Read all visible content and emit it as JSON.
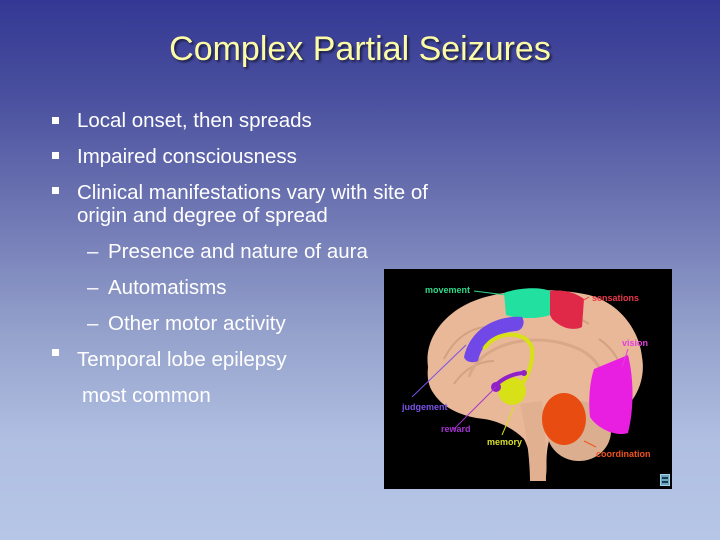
{
  "slide": {
    "title": "Complex Partial Seizures",
    "bullets": [
      {
        "level": 1,
        "marker": "square",
        "lines": [
          "Local onset, then spreads"
        ]
      },
      {
        "level": 1,
        "marker": "square",
        "lines": [
          "Impaired consciousness"
        ]
      },
      {
        "level": 1,
        "marker": "square",
        "lines": [
          "Clinical manifestations vary with site of",
          "origin and degree of spread"
        ]
      },
      {
        "level": 2,
        "marker": "–",
        "lines": [
          "Presence and nature of aura"
        ]
      },
      {
        "level": 2,
        "marker": "–",
        "lines": [
          "Automatisms"
        ]
      },
      {
        "level": 2,
        "marker": "–",
        "lines": [
          "Other motor activity"
        ]
      },
      {
        "level": 1,
        "marker": "square",
        "lines": [
          "Temporal lobe epilepsy"
        ]
      },
      {
        "level": 0,
        "marker": "",
        "lines": [
          "most common"
        ]
      }
    ],
    "colors": {
      "title": "#fdfca6",
      "body_text": "#ffffff",
      "background_top": "#343894",
      "background_bottom": "#b6c6e6"
    }
  },
  "figure": {
    "description": "Brain diagram with labeled functional regions",
    "labels": [
      {
        "text": "movement",
        "color": "#2ed889"
      },
      {
        "text": "sensations",
        "color": "#e8384a"
      },
      {
        "text": "vision",
        "color": "#e23ee0"
      },
      {
        "text": "judgement",
        "color": "#7a52e8"
      },
      {
        "text": "reward",
        "color": "#a434d0"
      },
      {
        "text": "memory",
        "color": "#d8e02a"
      },
      {
        "text": "coordination",
        "color": "#f0521e"
      }
    ],
    "region_colors": {
      "brain": "#e8b898",
      "movement": "#22e0a0",
      "sensations": "#e02848",
      "vision": "#e81ee0",
      "judgement": "#7048e8",
      "reward": "#9020c8",
      "memory": "#d8e018",
      "coordination": "#e84c10"
    },
    "corner_icon": "document-icon"
  }
}
